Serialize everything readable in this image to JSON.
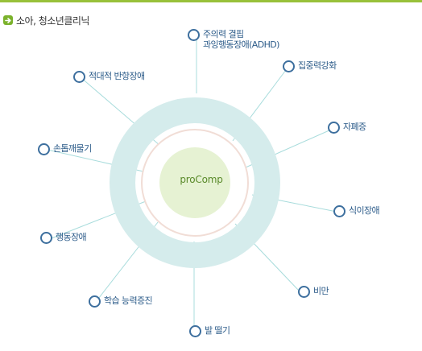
{
  "section": {
    "title": "소아, 청소년클리닉",
    "icon": "arrow-right-icon"
  },
  "center": {
    "label": "proComp"
  },
  "colors": {
    "accent_green": "#98c13a",
    "outer_ring": "#d5ecec",
    "inner_ring_border": "#f1ddd6",
    "center_fill": "#e6f2d3",
    "node_border": "#3d6f9e",
    "node_text": "#2d5c8a",
    "connector": "#a8dcdc"
  },
  "nodes": [
    {
      "id": "adhd",
      "label": "주의력 결핍\n과잉행동장애(ADHD)"
    },
    {
      "id": "concentration",
      "label": "집중력강화"
    },
    {
      "id": "autism",
      "label": "자폐증"
    },
    {
      "id": "eating-disorder",
      "label": "식이장애"
    },
    {
      "id": "obesity",
      "label": "비만"
    },
    {
      "id": "nail-biting",
      "label": "발 떨기"
    },
    {
      "id": "learning",
      "label": "학습 능력증진"
    },
    {
      "id": "conduct-disorder",
      "label": "행동장애"
    },
    {
      "id": "nail-picking",
      "label": "손톱깨물기"
    },
    {
      "id": "oppositional",
      "label": "적대적 반항장애"
    }
  ]
}
